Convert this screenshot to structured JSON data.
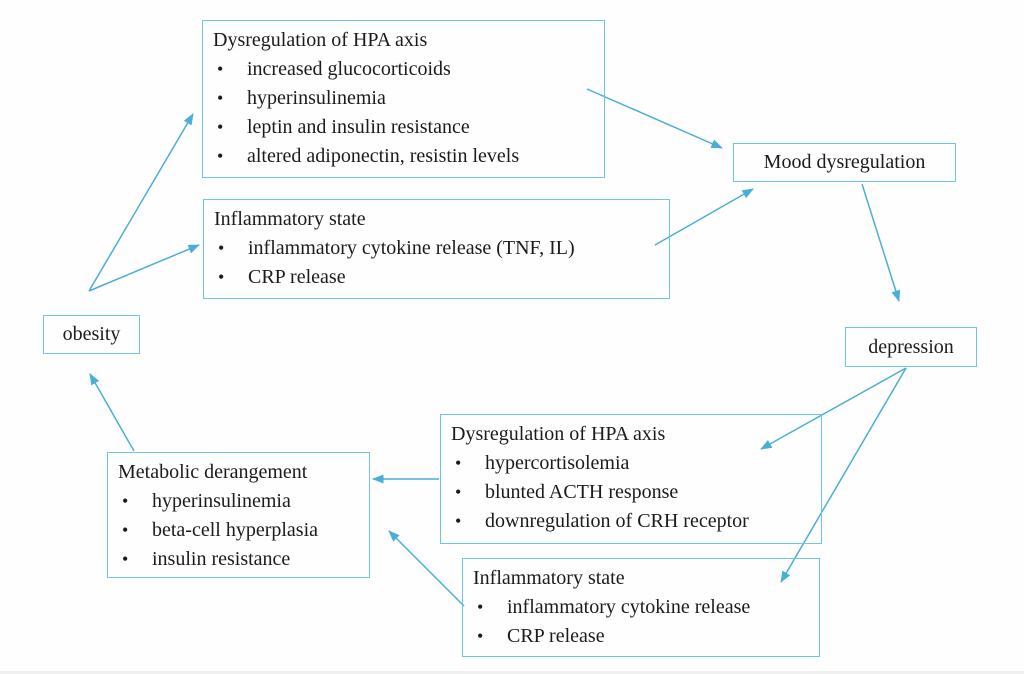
{
  "colors": {
    "box_border": "#6ec6e4",
    "arrow": "#4aaed6",
    "text": "#1b1b1b"
  },
  "bullet_glyph": "•",
  "boxes": {
    "top_hpa": {
      "title": "Dysregulation of HPA axis",
      "bullets": [
        "increased glucocorticoids",
        "hyperinsulinemia",
        "leptin and insulin resistance",
        "altered adiponectin, resistin levels"
      ]
    },
    "inflammatory_top": {
      "title": "Inflammatory state",
      "bullets": [
        "inflammatory cytokine release (TNF, IL)",
        "CRP release"
      ]
    },
    "mood": {
      "title": "Mood dysregulation"
    },
    "obesity": {
      "title": "obesity"
    },
    "depression": {
      "title": "depression"
    },
    "lower_hpa": {
      "title": "Dysregulation of HPA axis",
      "bullets": [
        "hypercortisolemia",
        "blunted ACTH response",
        "downregulation of CRH receptor"
      ]
    },
    "metabolic": {
      "title": "Metabolic derangement",
      "bullets": [
        "hyperinsulinemia",
        "beta-cell hyperplasia",
        "insulin resistance"
      ]
    },
    "inflammatory_bottom": {
      "title": "Inflammatory state",
      "bullets": [
        "inflammatory cytokine release",
        "CRP release"
      ]
    }
  }
}
